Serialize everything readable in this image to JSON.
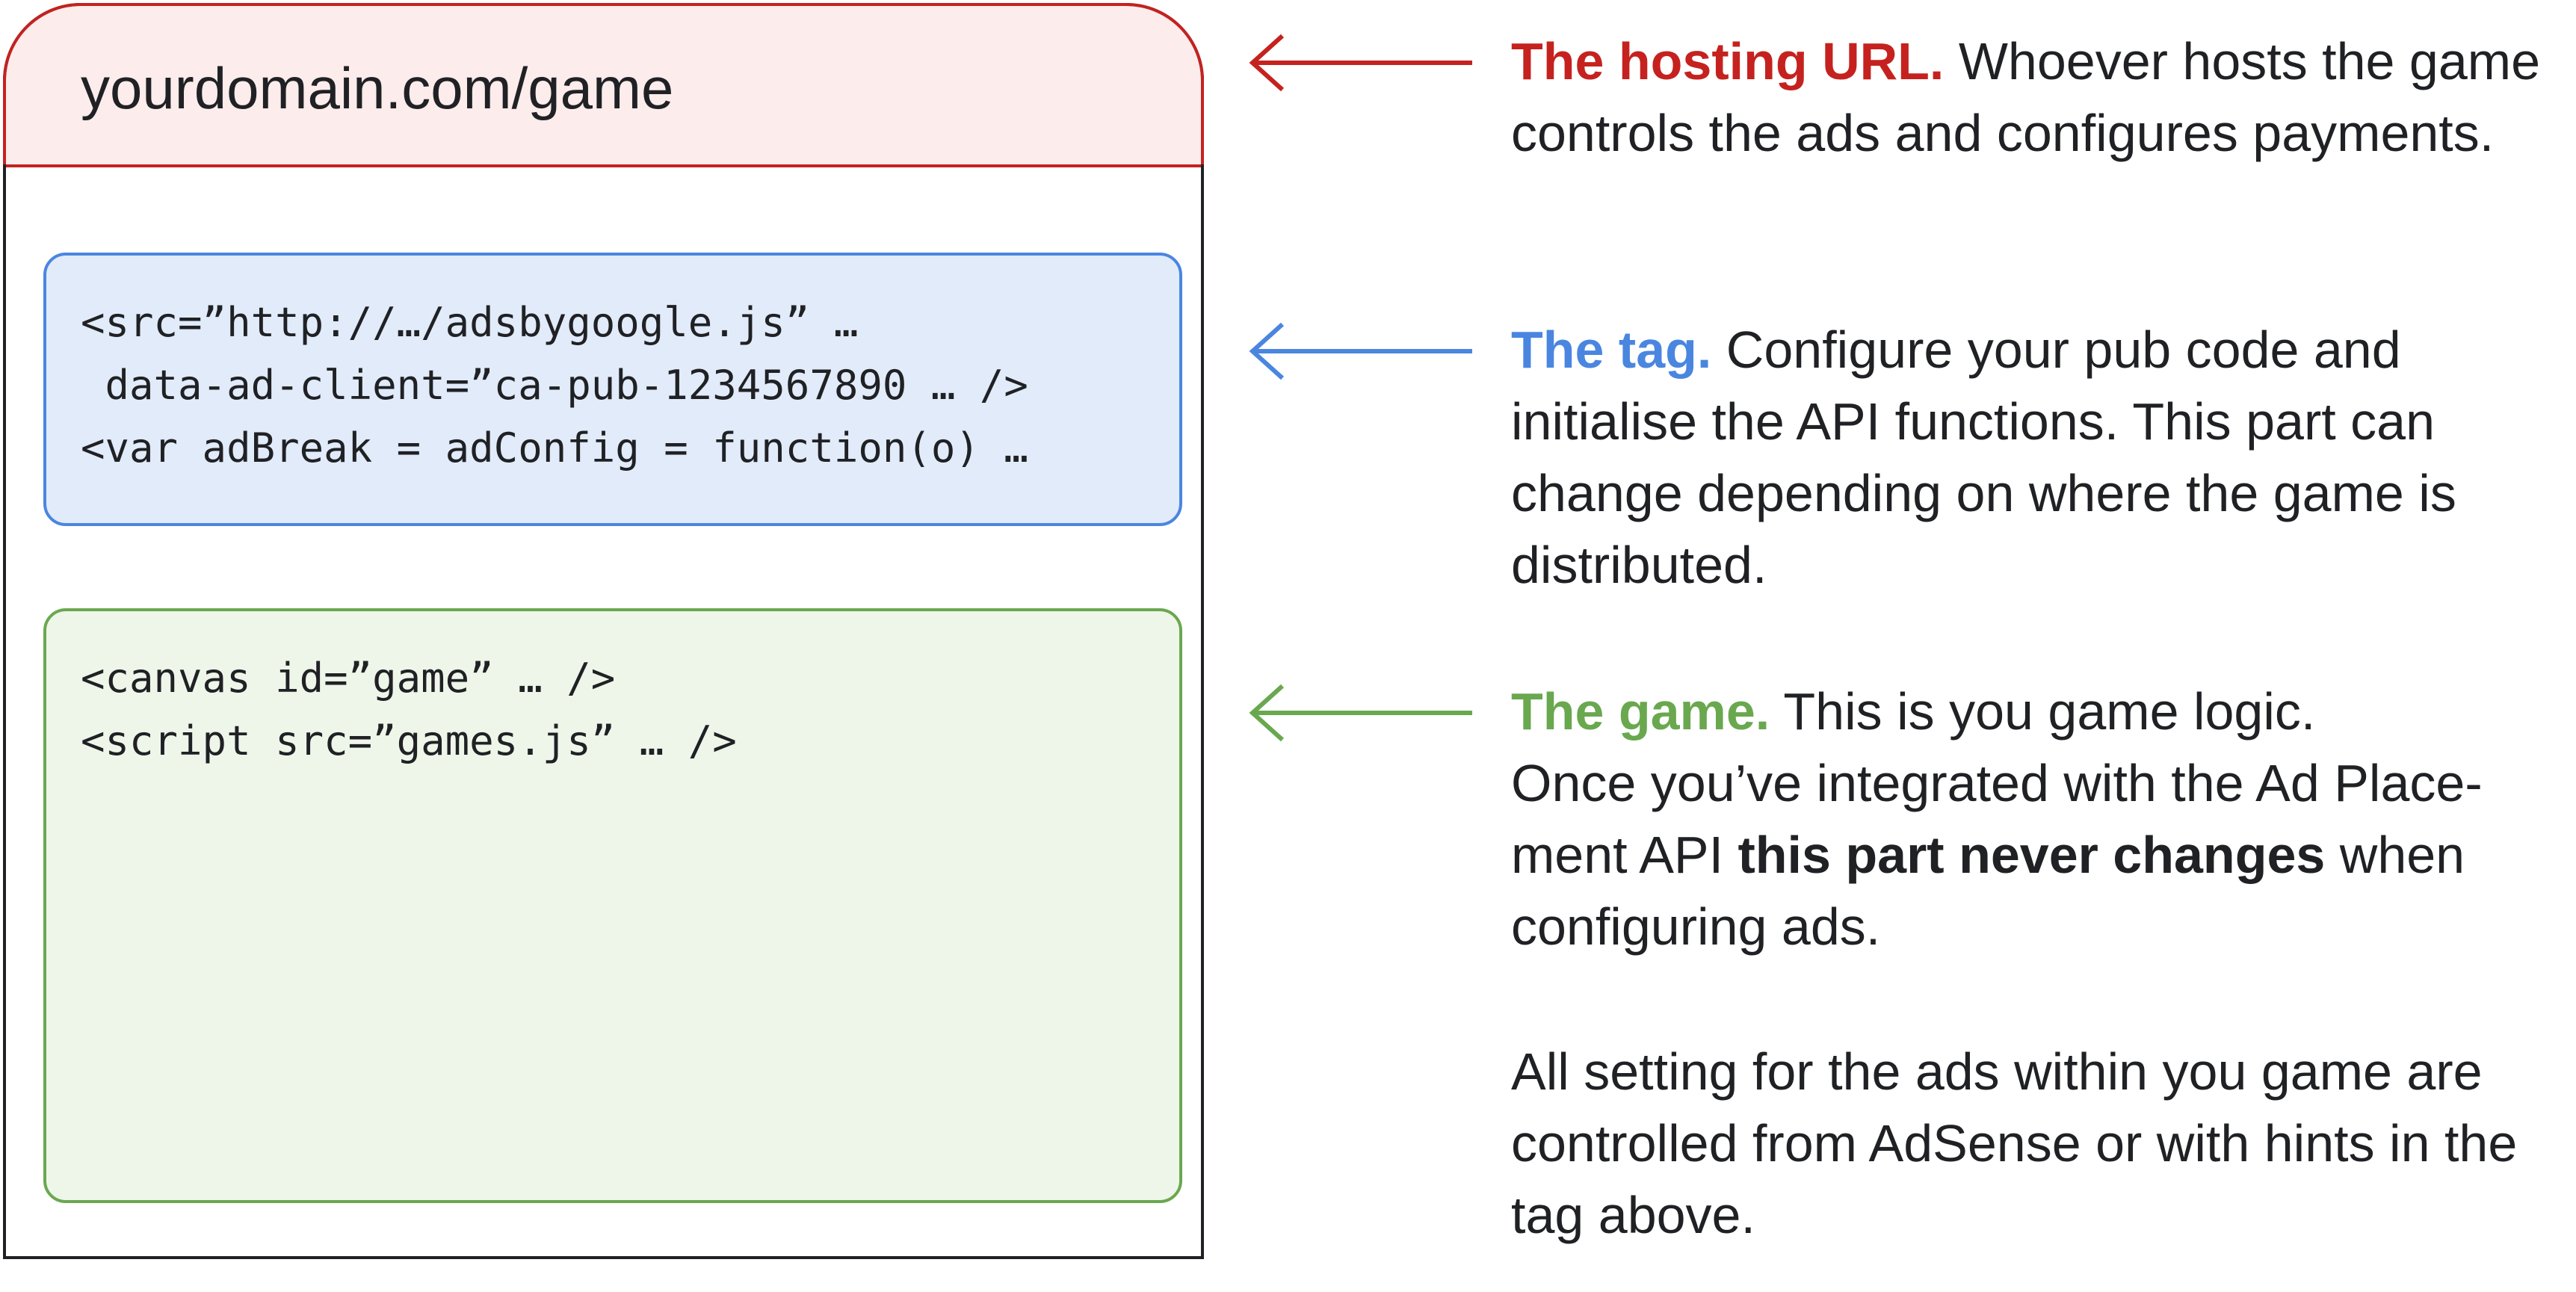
{
  "browser": {
    "url": "yourdomain.com/game"
  },
  "tag_code": {
    "lines": [
      "<src=”http://…/adsbygoogle.js” …",
      " data-ad-client=”ca-pub-1234567890 … />",
      "<var adBreak = adConfig = function(o) …"
    ]
  },
  "game_code": {
    "lines": [
      "<canvas id=”game” … />",
      "<script src=”games.js” … />"
    ]
  },
  "notes": {
    "hosting": {
      "lead": "The hosting URL.",
      "line1": " Whoever hosts the game",
      "line2": "controls the ads and configures payments."
    },
    "tag": {
      "lead": "The tag.",
      "line1": " Configure your pub code and",
      "line2": "initialise the API functions. This part can",
      "line3": "change depending on where the game is",
      "line4": "distributed."
    },
    "game": {
      "lead": "The game.",
      "line1": " This is you game logic.",
      "line2": "Once you’ve integrated with the Ad Place-",
      "line3a": "ment API ",
      "line3b": "this part never changes",
      "line3c": " when",
      "line4": "configuring ads."
    },
    "settings": {
      "line1": "All setting for the ads within you game are",
      "line2": "controlled from AdSense or with hints in the",
      "line3": "tag above."
    }
  },
  "colors": {
    "hosting": "#c5221f",
    "tag": "#4a86e0",
    "game": "#6aa84f"
  }
}
